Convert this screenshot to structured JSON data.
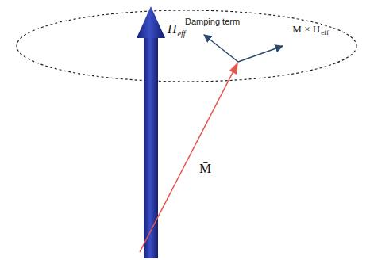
{
  "diagram": {
    "labels": [
      "H",
      "eff",
      "Damping term",
      "−M̄ × H",
      "eff",
      "M̄"
    ]
  }
}
